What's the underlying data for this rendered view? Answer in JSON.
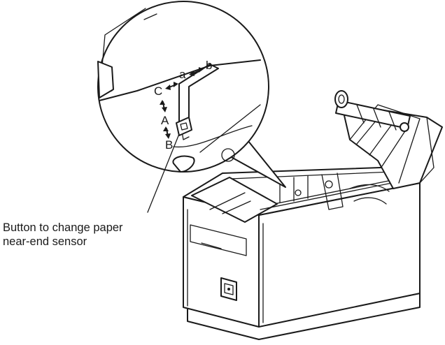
{
  "callout": {
    "line1": "Button to change paper",
    "line2": "near-end sensor"
  },
  "positions": {
    "a": "a",
    "b": "b",
    "A": "A",
    "B": "B",
    "C": "C"
  },
  "icons": {
    "arrow": "double-headed-arrow-icon",
    "power": "power-switch-icon"
  }
}
